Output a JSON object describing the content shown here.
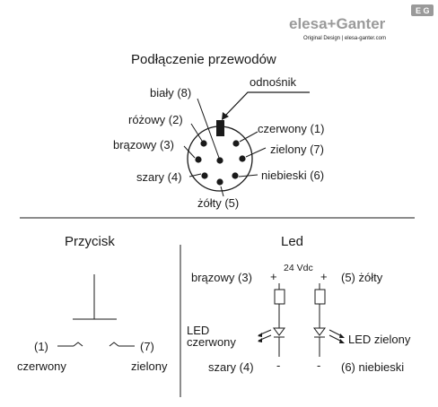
{
  "logo": {
    "brand": "elesa+Ganter",
    "tagline": "Original Design | elesa-ganter.com",
    "badge": "E G"
  },
  "connector": {
    "title": "Podłączenie przewodów",
    "reference_label": "odnośnik",
    "pins": [
      {
        "label": "biały (8)"
      },
      {
        "label": "różowy (2)"
      },
      {
        "label": "brązowy (3)"
      },
      {
        "label": "szary (4)"
      },
      {
        "label": "żółty (5)"
      },
      {
        "label": "niebieski (6)"
      },
      {
        "label": "zielony (7)"
      },
      {
        "label": "czerwony (1)"
      }
    ]
  },
  "button_section": {
    "title": "Przycisk",
    "left_terminal": "(1)",
    "left_color": "czerwony",
    "right_terminal": "(7)",
    "right_color": "zielony"
  },
  "led_section": {
    "title": "Led",
    "voltage": "24 Vdc",
    "left_top": "brązowy (3)",
    "right_top": "(5) żółty",
    "plus": "+",
    "minus": "-",
    "led_red_line1": "LED",
    "led_red_line2": "czerwony",
    "led_green": "LED zielony",
    "left_bottom": "szary (4)",
    "right_bottom": "(6) niebieski"
  }
}
